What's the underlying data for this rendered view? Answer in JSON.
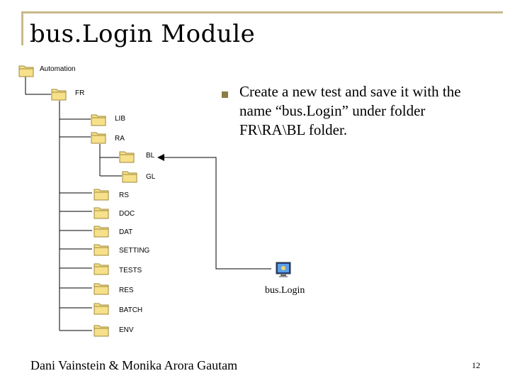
{
  "slide": {
    "title": "bus.Login Module",
    "bullet": "Create a new test and save it with the name “bus.Login” under folder FR\\RA\\BL folder.",
    "file_label": "bus.Login",
    "footer": "Dani Vainstein & Monika Arora Gautam",
    "page_number": "12"
  },
  "tree": {
    "root": "Automation",
    "fr": "FR",
    "lib": "LIB",
    "ra": "RA",
    "bl": "BL",
    "gl": "GL",
    "rs": "RS",
    "doc": "DOC",
    "dat": "DAT",
    "setting": "SETTING",
    "tests": "TESTS",
    "res": "RES",
    "batch": "BATCH",
    "env": "ENV"
  },
  "icons": {
    "folder": "folder-icon",
    "file": "test-file-icon",
    "bullet": "square-bullet"
  },
  "colors": {
    "frame": "#c9b98a",
    "bullet": "#8c7d44",
    "folder_fill": "#f6e08a",
    "folder_stroke": "#a08a3a"
  }
}
